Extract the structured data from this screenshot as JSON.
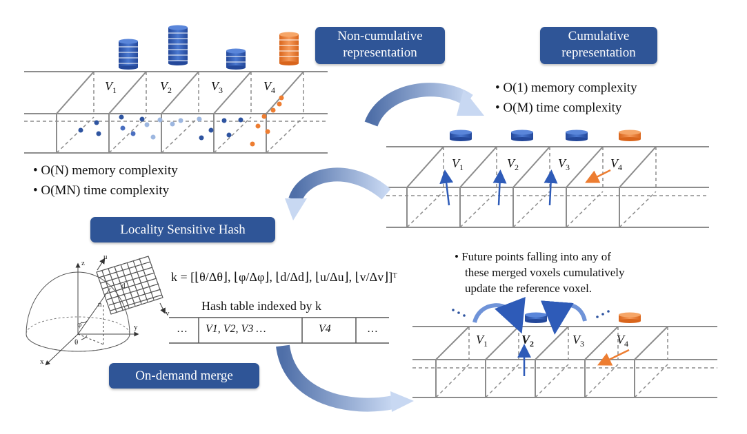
{
  "labels": {
    "non_cumulative_line1": "Non-cumulative",
    "non_cumulative_line2": "representation",
    "cumulative_line1": "Cumulative",
    "cumulative_line2": "representation",
    "lsh": "Locality Sensitive Hash",
    "on_demand_merge": "On-demand merge"
  },
  "complexity": {
    "cumulative_memory": "O(1) memory complexity",
    "cumulative_time": "O(M) time complexity",
    "noncumulative_memory": "O(N) memory complexity",
    "noncumulative_time": "O(MN) time complexity"
  },
  "voxels": [
    "V",
    "V",
    "V",
    "V"
  ],
  "voxel_subscripts": [
    "1",
    "2",
    "3",
    "4"
  ],
  "hash": {
    "key_formula": "k = [⌊θ/Δθ⌋, ⌊φ/Δφ⌋, ⌊d/Δd⌋, ⌊u/Δu⌋, ⌊v/Δv⌋]ᵀ",
    "caption": "Hash table indexed by k",
    "table_cells": [
      "…",
      "V1, V2, V3 …",
      "V4",
      "…"
    ]
  },
  "future_note_lines": [
    "• Future points falling into any of",
    "these merged voxels cumulatively",
    "update the reference voxel."
  ],
  "axes": {
    "z": "z",
    "u": "u",
    "v": "v",
    "y": "y",
    "x": "x",
    "n": "n",
    "d": "d",
    "phi": "φ",
    "theta": "θ"
  },
  "colors": {
    "pill": "#2f5597",
    "blue_dark": "#2e54a0",
    "blue_light": "#9db7e0",
    "orange": "#ed7d31",
    "arrow_light": "#a9c1e8"
  }
}
